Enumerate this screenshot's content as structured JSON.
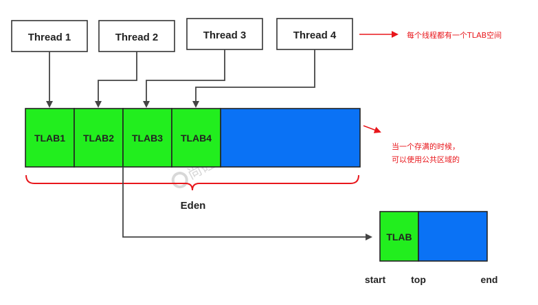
{
  "threads": [
    "Thread 1",
    "Thread 2",
    "Thread 3",
    "Thread 4"
  ],
  "tlabs": [
    "TLAB1",
    "TLAB2",
    "TLAB3",
    "TLAB4"
  ],
  "note_tlab": "每个线程都有一个TLAB空间",
  "note_full_line1": "当一个存满的时候，",
  "note_full_line2": "可以使用公共区域的",
  "eden_label": "Eden",
  "detail_tlab": "TLAB",
  "pointer_labels": [
    "start",
    "top",
    "end"
  ],
  "watermark": "尚硅谷JVM教程配图",
  "colors": {
    "tlab_green": "#22ee1e",
    "eden_blue": "#0a72f5",
    "note_red": "#e8161b",
    "brace_red": "#e8161b",
    "line": "#444444"
  }
}
